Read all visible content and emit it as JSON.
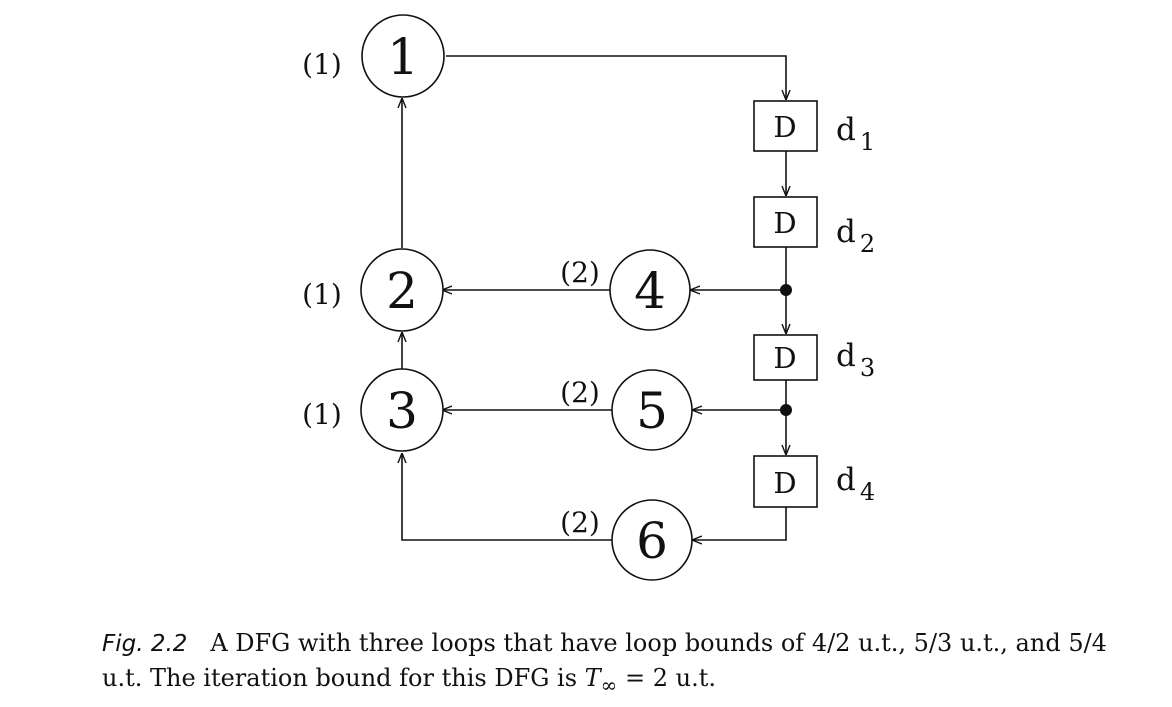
{
  "diagram": {
    "nodes": [
      {
        "id": "1",
        "label": "1",
        "time": "(1)"
      },
      {
        "id": "2",
        "label": "2",
        "time": "(1)"
      },
      {
        "id": "3",
        "label": "3",
        "time": "(1)"
      },
      {
        "id": "4",
        "label": "4",
        "time": "(2)"
      },
      {
        "id": "5",
        "label": "5",
        "time": "(2)"
      },
      {
        "id": "6",
        "label": "6",
        "time": "(2)"
      }
    ],
    "delays": [
      {
        "id": "d1",
        "box": "D",
        "name": "d",
        "sub": "1"
      },
      {
        "id": "d2",
        "box": "D",
        "name": "d",
        "sub": "2"
      },
      {
        "id": "d3",
        "box": "D",
        "name": "d",
        "sub": "3"
      },
      {
        "id": "d4",
        "box": "D",
        "name": "d",
        "sub": "4"
      }
    ],
    "edges": [
      {
        "from": "1",
        "to": "d1"
      },
      {
        "from": "d1",
        "to": "d2"
      },
      {
        "from": "d2",
        "to": "4"
      },
      {
        "from": "d2",
        "to": "d3"
      },
      {
        "from": "d3",
        "to": "5"
      },
      {
        "from": "d3",
        "to": "d4"
      },
      {
        "from": "d4",
        "to": "6"
      },
      {
        "from": "4",
        "to": "2"
      },
      {
        "from": "5",
        "to": "3"
      },
      {
        "from": "6",
        "to": "3"
      },
      {
        "from": "3",
        "to": "2"
      },
      {
        "from": "2",
        "to": "1"
      }
    ]
  },
  "caption": {
    "fig_label": "Fig. 2.2",
    "text_main": "A DFG with three loops that have loop bounds of 4/2 u.t., 5/3 u.t., and 5/4 u.t. The iteration bound for this DFG is",
    "math_symbol": "T",
    "math_sub": "∞",
    "text_end": "= 2 u.t."
  }
}
